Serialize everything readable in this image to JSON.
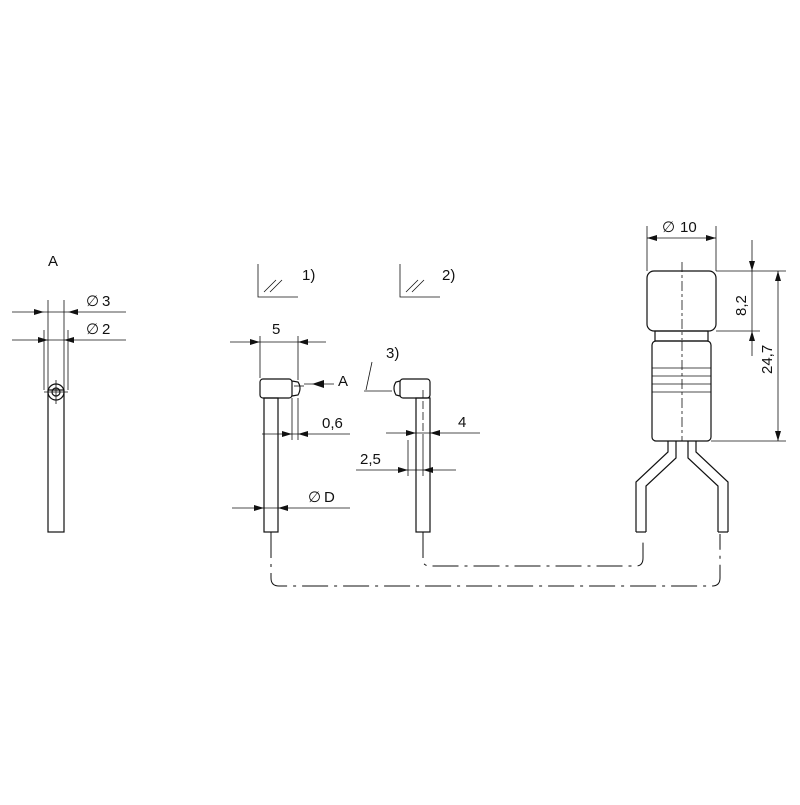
{
  "view_label": "A",
  "dimensions": {
    "dia_3": "3",
    "dia_2": "2",
    "len_5": "5",
    "gap_0_6": "0,6",
    "dia_D": "D",
    "offset_2_5": "2,5",
    "len_4": "4",
    "dia_10": "10",
    "height_8_2": "8,2",
    "height_24_7": "24,7"
  },
  "callouts": {
    "view_arrow_label": "A",
    "note_1": "1)",
    "note_2": "2)",
    "note_3": "3)"
  },
  "symbols": {
    "diameter": "∅"
  }
}
